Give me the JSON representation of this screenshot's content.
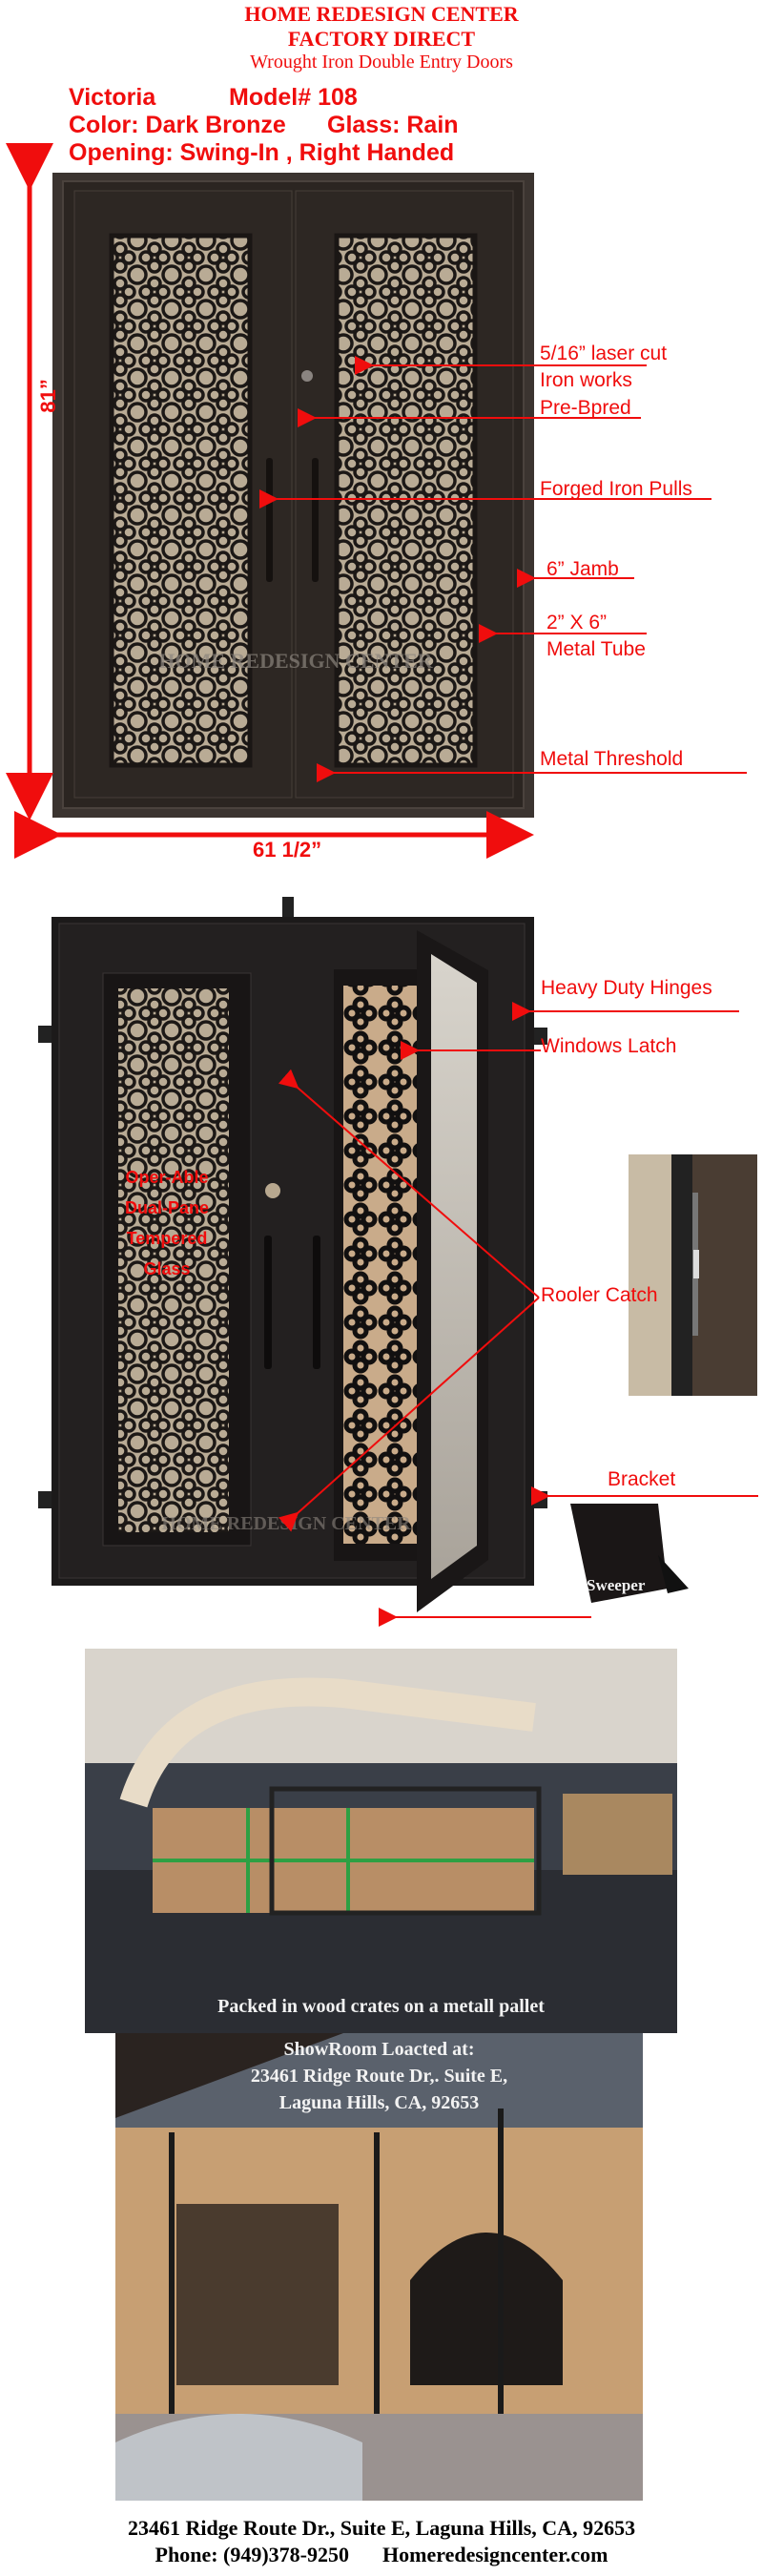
{
  "header": {
    "company": "HOME REDESIGN CENTER",
    "tagline": "FACTORY DIRECT",
    "subtitle": "Wrought Iron Double Entry Doors"
  },
  "specs": {
    "name": "Victoria",
    "model": "Model# 108",
    "color": "Color: Dark Bronze",
    "glass": "Glass: Rain",
    "opening": "Opening: Swing-In , Right Handed"
  },
  "diagram1": {
    "height_label": "81”",
    "width_label": "61 1/2”",
    "watermark": "HOME REDESIGN CENTER",
    "callouts": {
      "laser_1": "5/16” laser cut",
      "laser_2": "Iron works",
      "laser_3": "Pre-Bpred",
      "pulls": "Forged Iron Pulls",
      "jamb": "6” Jamb",
      "tube_1": "2” X 6”",
      "tube_2": "Metal Tube",
      "threshold": "Metal Threshold"
    }
  },
  "diagram2": {
    "glass_note": [
      "Oper-Able",
      "Dual-Pane",
      "Tempered",
      "Glass"
    ],
    "watermark": "HOME REDESIGN CENTER",
    "callouts": {
      "hinges": "Heavy Duty Hinges",
      "latch": "Windows Latch",
      "catch": "Rooler Catch",
      "bracket": "Bracket",
      "sweeper": "Sweeper"
    }
  },
  "crate_photo": {
    "caption": "Packed in wood crates on a metall pallet"
  },
  "showroom_photo": {
    "caption_1": "ShowRoom Loacted at:",
    "caption_2": "23461 Ridge Route Dr,. Suite E,",
    "caption_3": "Laguna Hills, CA, 92653"
  },
  "footer": {
    "address": "23461 Ridge Route Dr., Suite E, Laguna Hills, CA, 92653",
    "phone": "Phone: (949)378-9250",
    "website": "Homeredesigncenter.com"
  },
  "colors": {
    "accent": "#f00d0d",
    "door": "#2a2522"
  }
}
